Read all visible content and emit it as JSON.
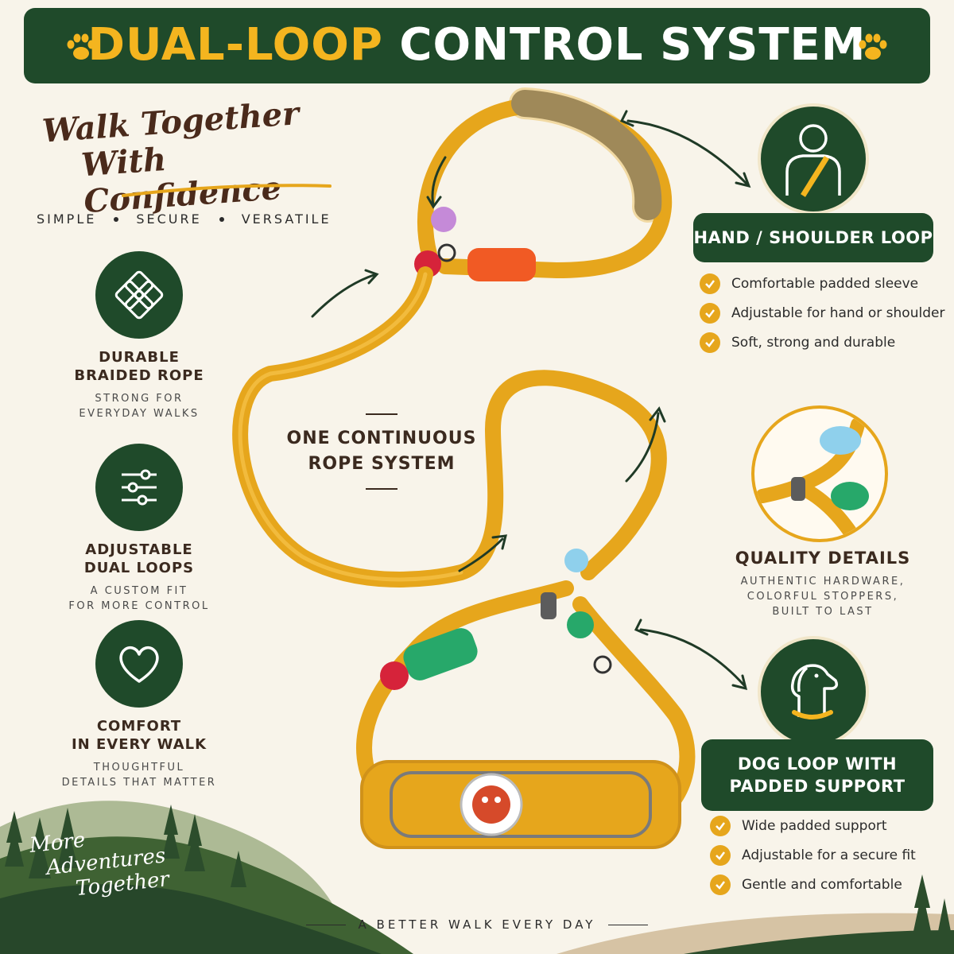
{
  "header": {
    "title_highlight": "DUAL-LOOP",
    "title_rest": " CONTROL SYSTEM"
  },
  "intro": {
    "script_line1": "Walk Together",
    "script_line2": "With Confidence",
    "tagline": [
      "SIMPLE",
      "SECURE",
      "VERSATILE"
    ]
  },
  "features": [
    {
      "icon": "braid-knot-icon",
      "title_l1": "DURABLE",
      "title_l2": "BRAIDED ROPE",
      "sub_l1": "STRONG FOR",
      "sub_l2": "EVERYDAY WALKS"
    },
    {
      "icon": "sliders-icon",
      "title_l1": "ADJUSTABLE",
      "title_l2": "DUAL LOOPS",
      "sub_l1": "A CUSTOM FIT",
      "sub_l2": "FOR MORE CONTROL"
    },
    {
      "icon": "heart-icon",
      "title_l1": "COMFORT",
      "title_l2": "IN EVERY WALK",
      "sub_l1": "THOUGHTFUL",
      "sub_l2": "DETAILS THAT MATTER"
    }
  ],
  "center": {
    "line1": "ONE CONTINUOUS",
    "line2": "ROPE SYSTEM"
  },
  "hand_loop": {
    "icon": "person-shoulder-strap-icon",
    "label": "HAND / SHOULDER LOOP",
    "checks": [
      "Comfortable padded sleeve",
      "Adjustable for hand or shoulder",
      "Soft, strong and durable"
    ]
  },
  "quality": {
    "title": "QUALITY DETAILS",
    "sub_l1": "AUTHENTIC HARDWARE,",
    "sub_l2": "COLORFUL STOPPERS,",
    "sub_l3": "BUILT TO LAST"
  },
  "dog_loop": {
    "icon": "dog-head-icon",
    "label_l1": "DOG LOOP WITH",
    "label_l2": "PADDED SUPPORT",
    "checks": [
      "Wide padded support",
      "Adjustable for a secure fit",
      "Gentle and comfortable"
    ]
  },
  "adventures": {
    "l1": "More",
    "l2": "Adventures",
    "l3": "Together"
  },
  "footer": {
    "text": "A BETTER WALK EVERY DAY"
  },
  "colors": {
    "banner_green": "#1f4a2a",
    "accent_yellow": "#f4b51f",
    "rope": "#e6a61c",
    "background": "#f8f4ea"
  }
}
